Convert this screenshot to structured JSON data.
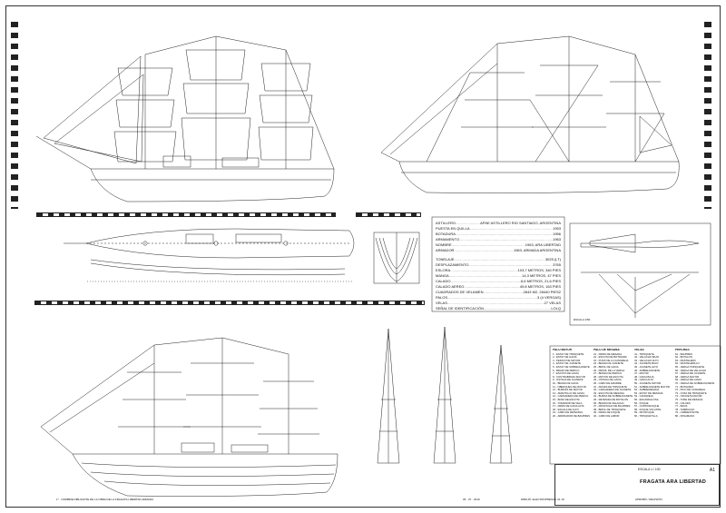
{
  "drawing": {
    "title": "FRAGATA ARA LIBERTAD",
    "sheet": "A1",
    "scale": "ESCALA 1 / 100",
    "date": "29 · 07 · 2010",
    "designer": "DIBUJÓ: ELECTROPRESUC 31 10",
    "authorization": "APROBÓ / REVISIÓN",
    "footer_note": "1° · NOMBRE DIBUJANTE DE LA OBRA DE LA FRAGATA LIBERTAD ARMADA",
    "stern_view_label": "ESCALA 1/50"
  },
  "specs": {
    "rows1": [
      {
        "k": "ASTILLERO",
        "v": "AFNE ASTILLERO RIO SANTIAGO, ARGENTINA"
      },
      {
        "k": "PUESTA EN QUILLA",
        "v": "1953"
      },
      {
        "k": "BOTADURA",
        "v": "1956"
      },
      {
        "k": "ARMAMENTO",
        "v": "1963"
      },
      {
        "k": "NOMBRE",
        "v": "1963, ARA LIBERTAD"
      },
      {
        "k": "ARMADOR",
        "v": "1963, ARMADA ARGENTINA"
      }
    ],
    "rows2": [
      {
        "k": "TONELAJE",
        "v": "3025 (LT)"
      },
      {
        "k": "DESPLAZAMIENTO",
        "v": "3765"
      },
      {
        "k": "ESLORA",
        "v": "103,7 METROS, 340 PIES"
      },
      {
        "k": "MANGA",
        "v": "14,3 METROS, 47 PIES"
      },
      {
        "k": "CALADO",
        "v": "6,6 METROS, 21,6 PIES"
      },
      {
        "k": "CALADO AEREO",
        "v": "49.8 METROS, 163 PIES"
      },
      {
        "k": "CUADRADOS DE VELAMEN",
        "v": "2643 M2, 28440 PIES2"
      },
      {
        "k": "PALOS",
        "v": "3 (4 VERGAS)"
      },
      {
        "k": "VELAS",
        "v": "27 VELAS"
      },
      {
        "k": "SEÑAL DE IDENTIFICACIÓN",
        "v": "LOLQ"
      }
    ]
  },
  "legend": {
    "columns": [
      {
        "header": "PALO MAYOR",
        "items": [
          "1 - ESTAY DE TRINQUETE",
          "2 - ESTAY DE GAVIA",
          "3 - PERICO DE MAYOR",
          "4 - ESTAY DE JUANETE",
          "5 - ESTAY DE SOBREJUANETE",
          "6 - BRAZA DE PERICO",
          "7 - ESCOTA DE GAVIA",
          "8 - CONTRABRAZA MAYOR",
          "9 - OSTAGA DE JUANETE",
          "10 - BRAZA DE GAVIA",
          "11 - OBENQUES DE MAYOR",
          "12 - BURDAS DE MAYOR",
          "13 - AMANTILLO DE GAVIA",
          "14 - CARGADERA DE PERICO",
          "15 - BOZA DE ESCOTA",
          "16 - TOMADOR DE VELA",
          "17 - DRIZA DE GAVIA ALTA",
          "18 - ESCALA DE ALTO",
          "19 - CABO DE RETENIDA",
          "20 - ARRIDADOR DE BAUPRES"
        ]
      },
      {
        "header": "PALO DE MESANA",
        "items": [
          "21 - DRIZA DE MESANA",
          "22 - ESCOTA DE BOTAVARA",
          "23 - PUÑO DE LA CANGREJA",
          "24 - BRAZA DE JUANETE",
          "25 - BRIOL DE GAVIA",
          "26 - PENOL DE LA VERGA",
          "27 - BRAZA DE PERICO",
          "28 - MOTÓN DE ESCOTA",
          "29 - OSTAGA DE GAVIA",
          "30 - CABO DE AMARRE",
          "31 - AMURA DE TRINQUETE",
          "32 - CARGADERA DE JUANETE",
          "33 - ESCOTA DE MESANA",
          "34 - BURDA DE SOBREJUANETE",
          "35 - RETENIDA DE BOTALÓN",
          "36 - BRAZA DE VELACHO",
          "37 - MOSTACHO DE BAUPRES",
          "38 - BRIOL DE TRINQUETE",
          "39 - DRIZA DE FOQUE",
          "40 - CABO DE LABOR"
        ]
      },
      {
        "header": "VELAS",
        "items": [
          "41 - TRINQUETE",
          "42 - VELACHO BAJO",
          "43 - VELACHO ALTO",
          "44 - JUANETE BAJO",
          "45 - JUANETE ALTO",
          "46 - SOBREJUANETE",
          "47 - MAYOR",
          "48 - GAVIA BAJA",
          "49 - GAVIA ALTA",
          "50 - JUANETE MAYOR",
          "51 - SOBREJUANETE MAYOR",
          "52 - SOBREMESANA",
          "53 - ESTAY DE MESANA",
          "54 - CANGREJA",
          "55 - ESCANDALOSA",
          "56 - FOQUE",
          "57 - CONTRAFOQUE",
          "58 - FOQUE VOLANTE",
          "59 - PETIFOQUE",
          "60 - TRINQUETILLA"
        ]
      },
      {
        "header": "PERCHAS",
        "items": [
          "61 - BAUPRES",
          "62 - BOTALÓN",
          "63 - MASTELERO",
          "64 - MASTELERILLO",
          "65 - VERGA TRINQUETE",
          "66 - VERGA DE VELACHO",
          "67 - VERGA DE JUANETE",
          "68 - VERGA MAYOR",
          "69 - VERGA DE GAVIA",
          "70 - VERGA DE SOBREJUANETE",
          "71 - BOTAVARA",
          "72 - PICO DE CANGREJA",
          "73 - COFA DE TRINQUETE",
          "74 - CRUCETA MAYOR",
          "75 - TOPE DE MESANA",
          "76 - CALCES",
          "77 - BAOS",
          "78 - TAMBUCHO",
          "79 - CABRESTANTE",
          "80 - PASAMANO"
        ]
      }
    ]
  }
}
